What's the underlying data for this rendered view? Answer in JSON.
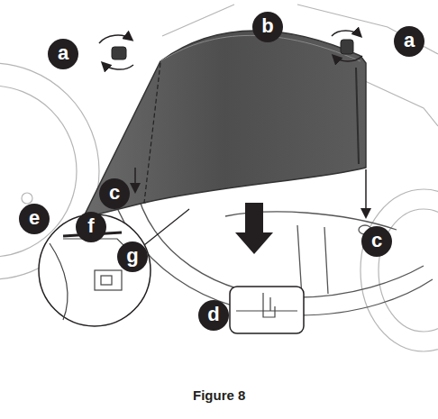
{
  "diagram": {
    "caption": "Figure 8",
    "labels": [
      "a",
      "b",
      "a",
      "c",
      "c",
      "e",
      "f",
      "g",
      "d"
    ]
  }
}
